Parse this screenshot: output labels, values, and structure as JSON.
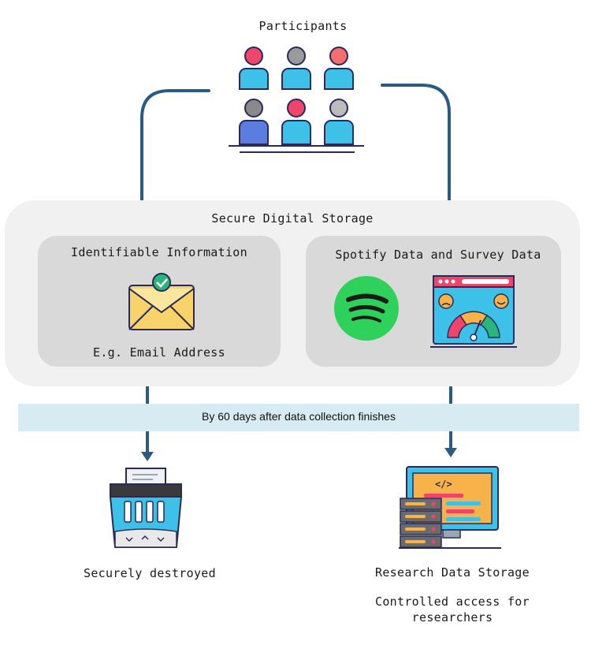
{
  "participants": {
    "label": "Participants"
  },
  "storage": {
    "title": "Secure Digital Storage",
    "identifiable": {
      "title": "Identifiable Information",
      "example": "E.g. Email Address"
    },
    "spotify": {
      "title": "Spotify Data and Survey Data"
    }
  },
  "timeline": {
    "label": "By 60 days after data collection finishes"
  },
  "outcomes": {
    "destroyed": {
      "label": "Securely destroyed"
    },
    "research": {
      "title": "Research Data Storage",
      "description": "Controlled access for researchers"
    }
  },
  "colors": {
    "arrow": "#2b5b83",
    "storage_bg": "#f1f1f1",
    "inner_bg": "#d9d9d9",
    "band_bg": "#d7ecf2",
    "spotify_green": "#2ed15a"
  },
  "icons": [
    "people-group-icon",
    "email-check-icon",
    "spotify-icon",
    "survey-gauge-icon",
    "shredder-icon",
    "server-computer-icon"
  ]
}
